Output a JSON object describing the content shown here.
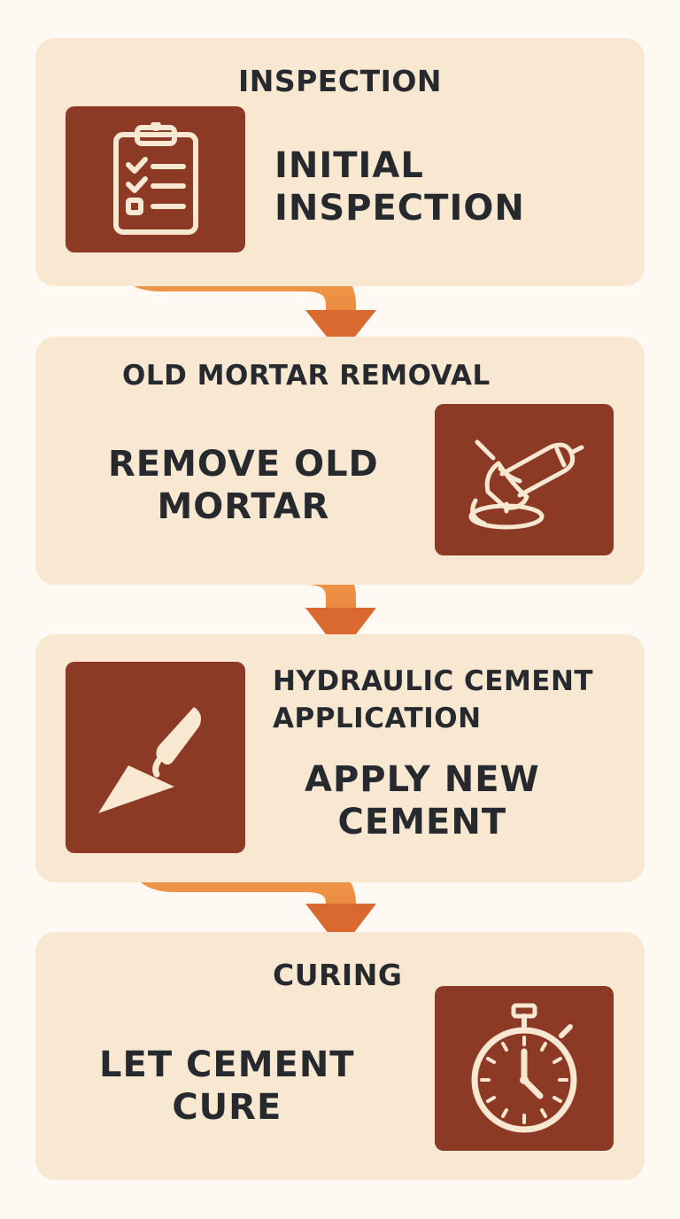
{
  "colors": {
    "background": "#fefaf3",
    "panel": "#f8e8d2",
    "icon_tile": "#8c3a26",
    "icon_stroke": "#f8e8d2",
    "connector": "#f29a45",
    "arrow_head": "#d9692e",
    "text": "#262a2e"
  },
  "steps": [
    {
      "title": "INSPECTION",
      "description_lines": [
        "INITIAL",
        "INSPECTION"
      ],
      "icon": "clipboard-checklist-icon"
    },
    {
      "title": "OLD MORTAR REMOVAL",
      "description_lines": [
        "REMOVE OLD",
        "MORTAR"
      ],
      "icon": "angle-grinder-icon"
    },
    {
      "title_lines": [
        "HYDRAULIC CEMENT",
        "APPLICATION"
      ],
      "description_lines": [
        "APPLY NEW",
        "CEMENT"
      ],
      "icon": "trowel-icon"
    },
    {
      "title": "CURING",
      "description_lines": [
        "LET CEMENT",
        "CURE"
      ],
      "icon": "stopwatch-icon"
    }
  ]
}
